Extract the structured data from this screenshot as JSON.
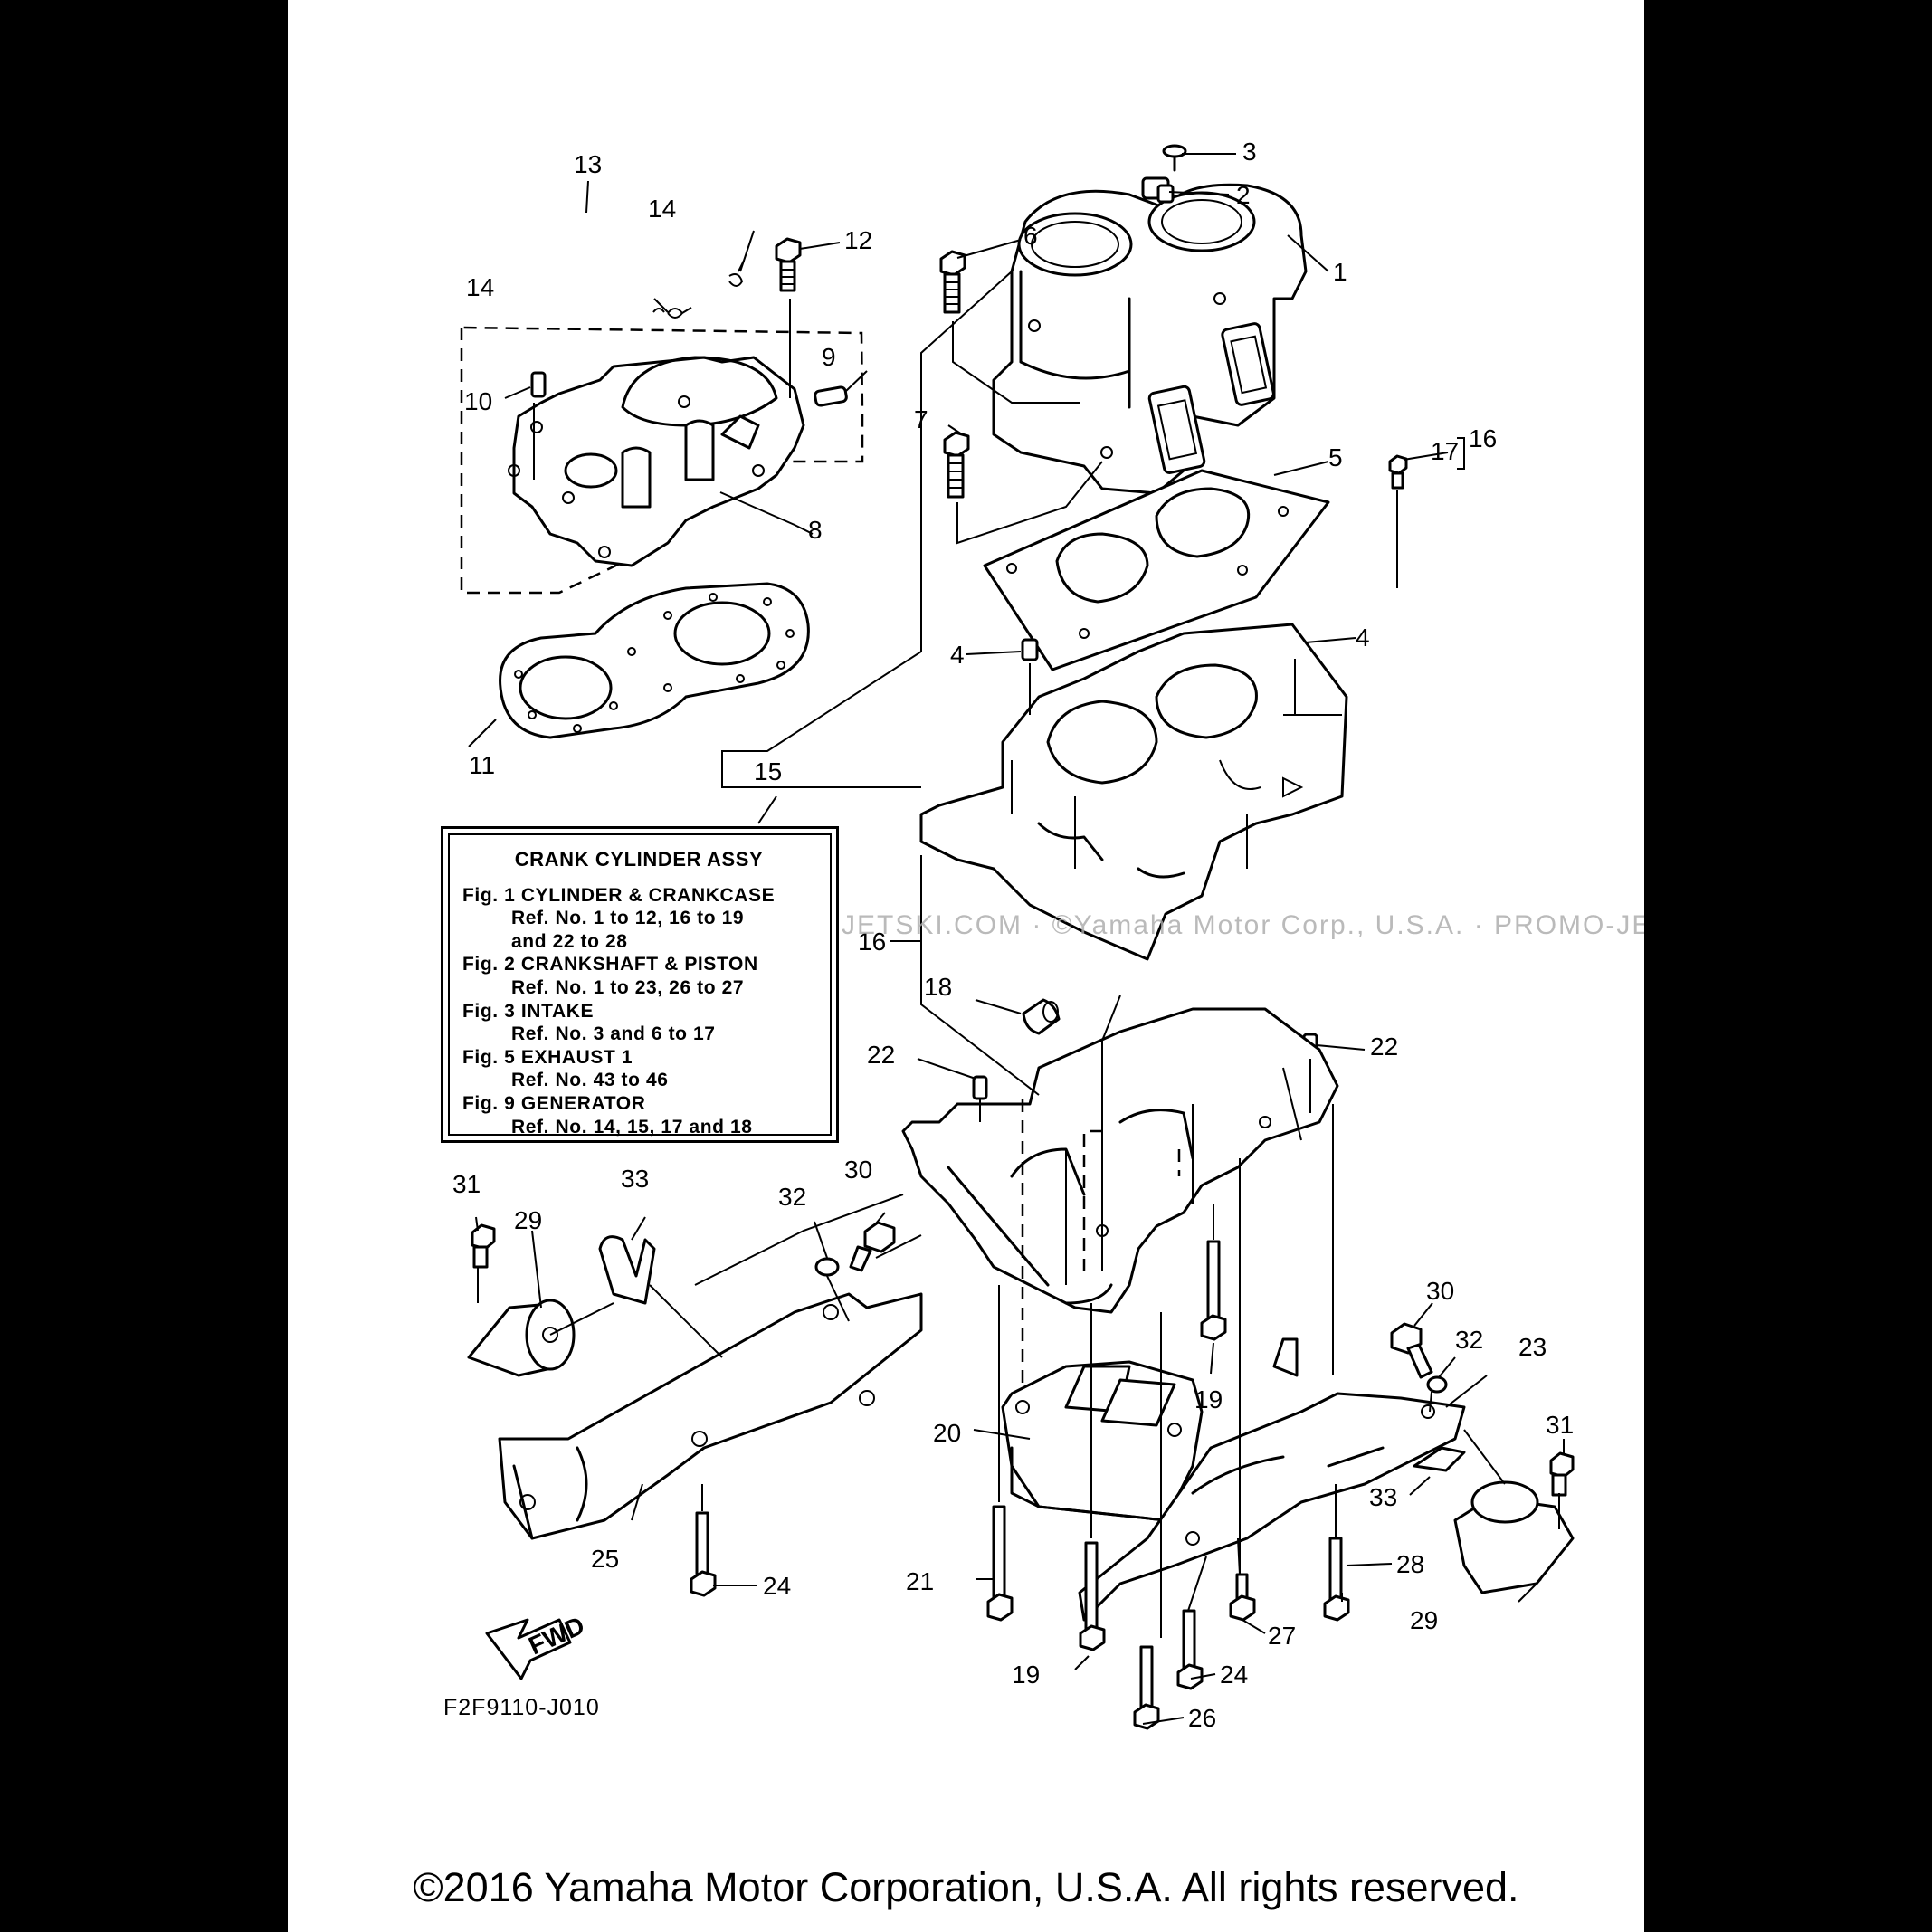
{
  "legend": {
    "title": "CRANK  CYLINDER ASSY",
    "entries": [
      {
        "fig": "Fig. 1 CYLINDER & CRANKCASE",
        "refs": [
          "Ref. No. 1 to 12, 16 to 19",
          "and 22 to 28"
        ]
      },
      {
        "fig": "Fig. 2 CRANKSHAFT & PISTON",
        "refs": [
          "Ref. No. 1 to 23, 26 to 27"
        ]
      },
      {
        "fig": "Fig. 3 INTAKE",
        "refs": [
          "Ref. No. 3 and 6 to 17"
        ]
      },
      {
        "fig": "Fig. 5 EXHAUST 1",
        "refs": [
          "Ref. No. 43 to 46"
        ]
      },
      {
        "fig": "Fig. 9 GENERATOR",
        "refs": [
          "Ref. No. 14, 15, 17 and 18"
        ]
      }
    ]
  },
  "callouts": [
    {
      "id": "c3",
      "label": "3"
    },
    {
      "id": "c2",
      "label": "2"
    },
    {
      "id": "c1",
      "label": "1"
    },
    {
      "id": "c6",
      "label": "6"
    },
    {
      "id": "c12",
      "label": "12"
    },
    {
      "id": "c13",
      "label": "13"
    },
    {
      "id": "c14a",
      "label": "14"
    },
    {
      "id": "c14b",
      "label": "14"
    },
    {
      "id": "c10",
      "label": "10"
    },
    {
      "id": "c9",
      "label": "9"
    },
    {
      "id": "c8",
      "label": "8"
    },
    {
      "id": "c7",
      "label": "7"
    },
    {
      "id": "c5",
      "label": "5"
    },
    {
      "id": "c17",
      "label": "17"
    },
    {
      "id": "c16a",
      "label": "16"
    },
    {
      "id": "c11",
      "label": "11"
    },
    {
      "id": "c4a",
      "label": "4"
    },
    {
      "id": "c4b",
      "label": "4"
    },
    {
      "id": "c15",
      "label": "15"
    },
    {
      "id": "c16b",
      "label": "16"
    },
    {
      "id": "c18",
      "label": "18"
    },
    {
      "id": "c22a",
      "label": "22"
    },
    {
      "id": "c22b",
      "label": "22"
    },
    {
      "id": "c31a",
      "label": "31"
    },
    {
      "id": "c29a",
      "label": "29"
    },
    {
      "id": "c33a",
      "label": "33"
    },
    {
      "id": "c32a",
      "label": "32"
    },
    {
      "id": "c30a",
      "label": "30"
    },
    {
      "id": "c30b",
      "label": "30"
    },
    {
      "id": "c32b",
      "label": "32"
    },
    {
      "id": "c23",
      "label": "23"
    },
    {
      "id": "c19a",
      "label": "19"
    },
    {
      "id": "c20",
      "label": "20"
    },
    {
      "id": "c31b",
      "label": "31"
    },
    {
      "id": "c33b",
      "label": "33"
    },
    {
      "id": "c25",
      "label": "25"
    },
    {
      "id": "c24a",
      "label": "24"
    },
    {
      "id": "c21",
      "label": "21"
    },
    {
      "id": "c28",
      "label": "28"
    },
    {
      "id": "c27",
      "label": "27"
    },
    {
      "id": "c29b",
      "label": "29"
    },
    {
      "id": "c19b",
      "label": "19"
    },
    {
      "id": "c24b",
      "label": "24"
    },
    {
      "id": "c26",
      "label": "26"
    }
  ],
  "direction_label": "FWD",
  "diagram_code": "F2F9110-J010",
  "watermark": "JETSKI.COM · PROMO-JETSKI.COM · ©Yamaha Motor Corp., U.S.A. · PROMO-JETSKI.COM",
  "copyright": "©2016 Yamaha Motor Corporation, U.S.A. All rights reserved."
}
